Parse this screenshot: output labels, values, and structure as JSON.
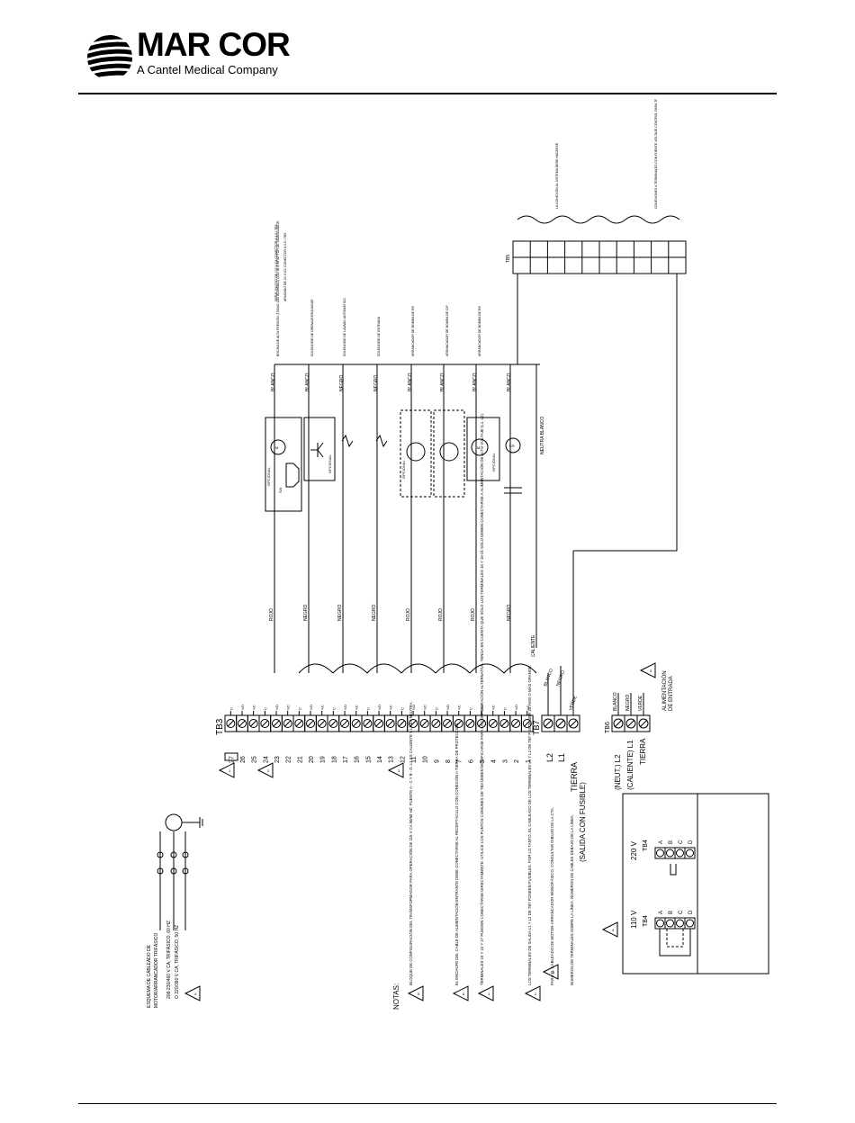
{
  "brand": {
    "name": "MAR COR",
    "tagline": "A Cantel Medical Company"
  },
  "diagram": {
    "main_terminal": {
      "label": "TB3",
      "numbers": [
        "27",
        "26",
        "25",
        "24",
        "23",
        "22",
        "21",
        "20",
        "19",
        "18",
        "17",
        "16",
        "15",
        "14",
        "13",
        "12",
        "11",
        "10",
        "9",
        "8",
        "7",
        "6",
        "5",
        "4",
        "3",
        "2",
        "1"
      ],
      "contacts": [
        "C",
        "NO",
        "NC",
        "C",
        "NO",
        "NC",
        "C",
        "NO",
        "NC",
        "C",
        "NO",
        "NC",
        "C",
        "NO",
        "NC",
        "C",
        "NO",
        "NC",
        "C",
        "NO",
        "NC",
        "C",
        "NO",
        "NC",
        "C",
        "NO",
        "NC"
      ]
    },
    "tb7": {
      "label": "TB7",
      "terminals": [
        "L2",
        "L1",
        "TIERRA"
      ],
      "wires": [
        "BLANCO",
        "NEGRO",
        "VERDE"
      ],
      "note": "(SALIDA CON FUSIBLE)"
    },
    "tb6": {
      "label": "TB6",
      "wires": [
        "BLANCO",
        "NEGRO",
        "VERDE"
      ],
      "terminals": [
        "(NEUT.) L2",
        "(CALIENTE) L1",
        "TIERRA"
      ],
      "caption_1": "ALIMENTACIÓN",
      "caption_2": "DE ENTRADA"
    },
    "tb5": {
      "label": "TB5"
    },
    "wire_colors": {
      "rojo": "ROJO",
      "negro": "NEGRO",
      "blanco": "BLANCO",
      "caliente": "CALIENTE",
      "neutral_blanco": "NEUTRA BLANCO"
    },
    "devices": {
      "opcional": "OPCIONAL",
      "sw": "SW",
      "m": "M",
      "cr": "CR"
    },
    "device_notes": [
      "BOCINA DE ALTA PRESIÓN (TODAS LAS ALARMAS) CON INTERRUPTOR DE SILENCIADOR",
      "SOLENOIDE DE DRENAJE/ENJUAGUE",
      "SOLENOIDE DE LAVADO AUTOMÁTICO",
      "SOLENOIDE DE ENTRADA",
      "ARRANCADOR DE BOMBA DE RO",
      "ARRANCADOR DE BOMBA DE CIP",
      "ARRANCADOR DE BOMBA DE RO"
    ],
    "tb5_notes": [
      "SEÑAL PILOTO DE 115 V CA CONECTOR A 4-5 / TB5",
      "APAGADO DE 24 V CC CONECTOR A 4-5 / TB5",
      "LA CONEXIÓN AL SISTEMA DEBE HACERSE",
      "CONEXIONES A TERMINALES CON FUENTE VOLTAJE CONTROL PARA TRANSFORMACIÓN"
    ],
    "transformer": {
      "v110": "110 V",
      "v220": "220 V",
      "tb4": "TB4",
      "terminals": [
        "A",
        "B",
        "C",
        "D"
      ]
    },
    "three_phase": {
      "title_1": "ESQUEMA DE CABLEADO DE",
      "title_2": "MOTOR/ARRANCADOR TRIFÁSICO",
      "line_1": "208-230/460 V CA, TRIFÁSICO, 60 HZ",
      "line_2": "O 220/380 V CA, TRIFÁSICO, 50 HZ"
    },
    "notes_title": "NOTAS:",
    "notes": [
      "BLOQUE DE CONFIGURACIÓN DEL TRANSFORMADOR PARA OPERACIÓN DE 115 V CA 50/60 HZ: PUENTE A - C Y B - D. L1 ES CALIENTE Y L2 ES NEUTRA.",
      "EL ENCHUFE DEL CABLE DE ALIMENTACIÓN ENTRANTE DEBE CONECTARSE AL RECEPTÁCULO CON CONEXIÓN A TIERRA DE PROTECCIÓN.",
      "TERMINALES 19 Y 22 Y 27 PUEDEN CONECTARSE DIRECTAMENTE. UTILICE LOS PUNTOS COMUNES DE TB3 DEBEN MODIFICARSE PARA LA CONFIGURACIÓN ALTERNATIVA. TENGA EN CUENTA QUE SÓLO LOS TERMINALES 16 Y 19-21 SÓLO DEBEN CONECTARSE A ALIMENTACIÓN DE ALTO VOLTAJE (L1, L2).",
      "LOS TERMINALES DE SALIDA L1 Y L2 DE TB7 POSEEN FUSIBLES. POR LO TANTO, EL CABLEADO DE LOS TERMINALES L1 Y L2 DE TB7 PUEDE SER 20 AWG O MÁS GRANDE.",
      "PARA EL CABLEADO DE MOTOR-ARRANCADOR MONOFÁSICO, CONSULTAR DIBUJO DE LA CTA.",
      "NÚMEROS DE TERMINALES SOBRE LA LÍNEA. NÚMEROS DE CABLES DEBAJO DE LA LÍNEA."
    ],
    "note_marks": [
      "1",
      "2",
      "3",
      "4",
      "5",
      "6"
    ]
  }
}
